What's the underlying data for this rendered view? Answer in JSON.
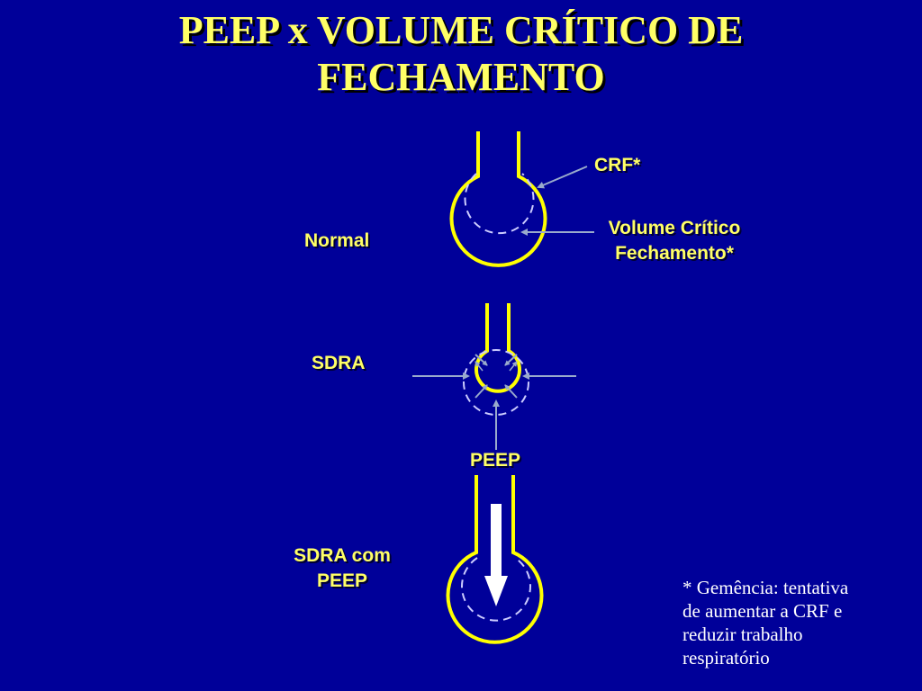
{
  "title": {
    "line1": "PEEP x VOLUME CRÍTICO DE",
    "line2": "FECHAMENTO"
  },
  "labels": {
    "crf": "CRF*",
    "volume_critico_line1": "Volume Crítico",
    "volume_critico_line2": "Fechamento*",
    "normal": "Normal",
    "sdra": "SDRA",
    "peep": "PEEP",
    "sdra_com_peep_line1": "SDRA com",
    "sdra_com_peep_line2": "PEEP"
  },
  "footnote": {
    "line1": "* Gemência: tentativa",
    "line2": "de aumentar a CRF e",
    "line3": "reduzir trabalho",
    "line4": "respiratório"
  },
  "colors": {
    "background": "#000099",
    "alveolus_outline": "#ffff00",
    "dashed_volume": "#ccccff",
    "arrows": "#99aacc",
    "peep_arrow": "#ffffff"
  }
}
